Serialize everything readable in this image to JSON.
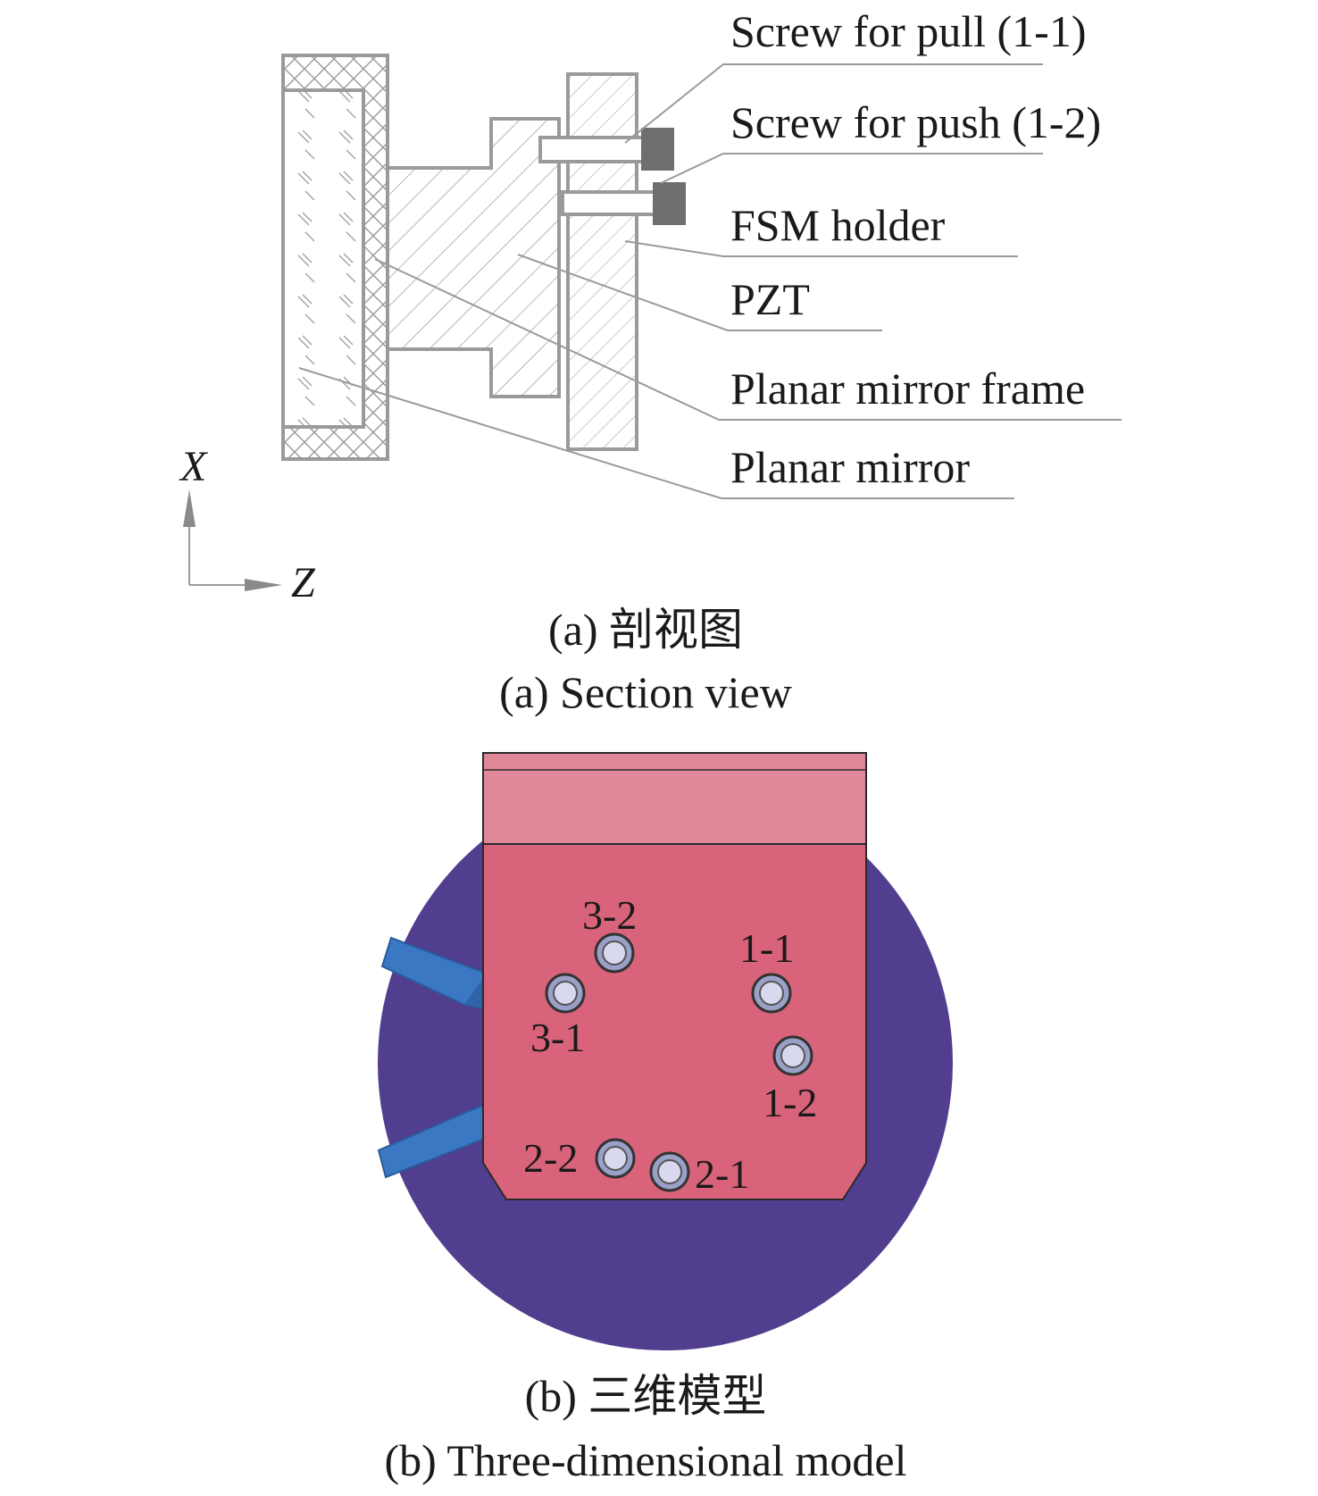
{
  "section_view": {
    "callouts": {
      "pull_screw": "Screw for pull (1-1)",
      "push_screw": "Screw for push (1-2)",
      "fsm_holder": "FSM holder",
      "pzt": "PZT",
      "mirror_frame": "Planar mirror frame",
      "mirror": "Planar mirror"
    },
    "axes": {
      "x": "X",
      "z": "Z"
    },
    "caption_cn": "(a) 剖视图",
    "caption_en": "(a) Section view"
  },
  "model_view": {
    "screw_labels": {
      "s1_1": "1-1",
      "s1_2": "1-2",
      "s2_1": "2-1",
      "s2_2": "2-2",
      "s3_1": "3-1",
      "s3_2": "3-2"
    },
    "caption_cn": "(b) 三维模型",
    "caption_en": "(b) Three-dimensional model"
  },
  "colors": {
    "line_gray": "#9a9a9a",
    "screw_dark": "#6e6e6e",
    "holder_pink": "#d9637a",
    "holder_top": "#e0889a",
    "disk_purple": "#523e8f",
    "pipe_blue": "#3a78c4",
    "screw_head": "#d8d8ee"
  }
}
